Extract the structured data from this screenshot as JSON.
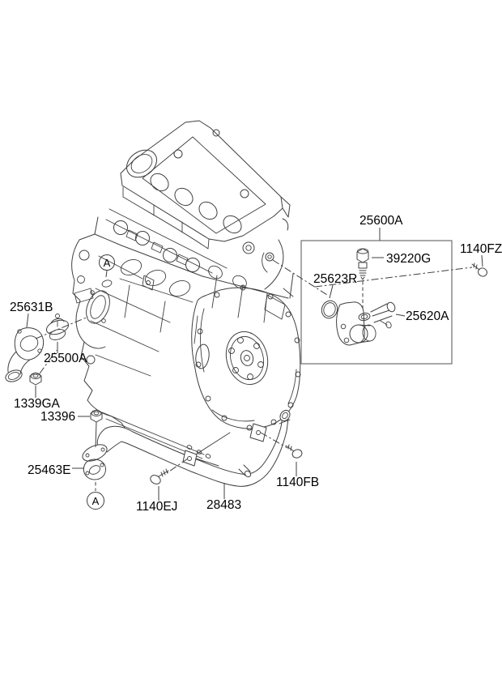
{
  "figure_type": "engine-coolant-pipe-parts-diagram",
  "colors": {
    "background": "#ffffff",
    "art_line": "#3f3f3f",
    "box_border": "#6e6e6e",
    "text_color": "#000000"
  },
  "callout": {
    "letter": "A"
  },
  "labels": {
    "water_inlet_fitting": "25631B",
    "thermostat": "25500A",
    "nut_1339ga": "1339GA",
    "nut_13396": "13396",
    "gasket": "25463E",
    "bolt_ej": "1140EJ",
    "coolant_pipe": "28483",
    "bolt_fb": "1140FB",
    "thermostat_assembly": "25600A",
    "temp_sensor": "39220G",
    "oring": "25623R",
    "outlet_fitting": "25620A",
    "bolt_fz": "1140FZ"
  }
}
